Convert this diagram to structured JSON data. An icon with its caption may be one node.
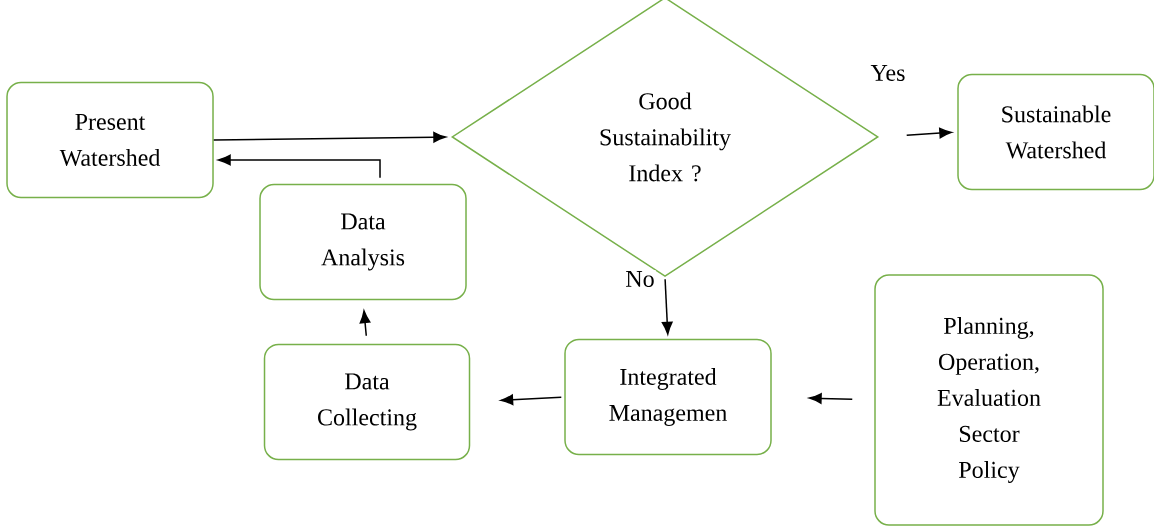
{
  "diagram": {
    "nodes": [
      {
        "text": [
          "Present Watershed"
        ]
      },
      {
        "text": [
          "Good Sustainability Index ?"
        ]
      },
      {
        "text": [
          "Sustainable Watershed"
        ]
      },
      {
        "text": [
          "Data Analysis"
        ]
      },
      {
        "text": [
          "Data Collecting"
        ]
      },
      {
        "text": [
          "Integrated Managemen"
        ]
      },
      {
        "text": [
          "Planning, Operation, Evaluation Sector Policy"
        ]
      }
    ],
    "edges": [
      {
        "from": 0,
        "to": 1,
        "arrow": "to"
      },
      {
        "from": 1,
        "to": 2,
        "arrow": "to",
        "label": "Yes"
      },
      {
        "from": 1,
        "to": 5,
        "arrow": "to",
        "label": "No"
      },
      {
        "from": 5,
        "to": 4,
        "arrow": "to"
      },
      {
        "from": 6,
        "to": 5,
        "arrow": "to"
      },
      {
        "from": 4,
        "to": 3,
        "arrow": "to"
      },
      {
        "from": 3,
        "to": 0,
        "arrow": "to"
      }
    ]
  }
}
